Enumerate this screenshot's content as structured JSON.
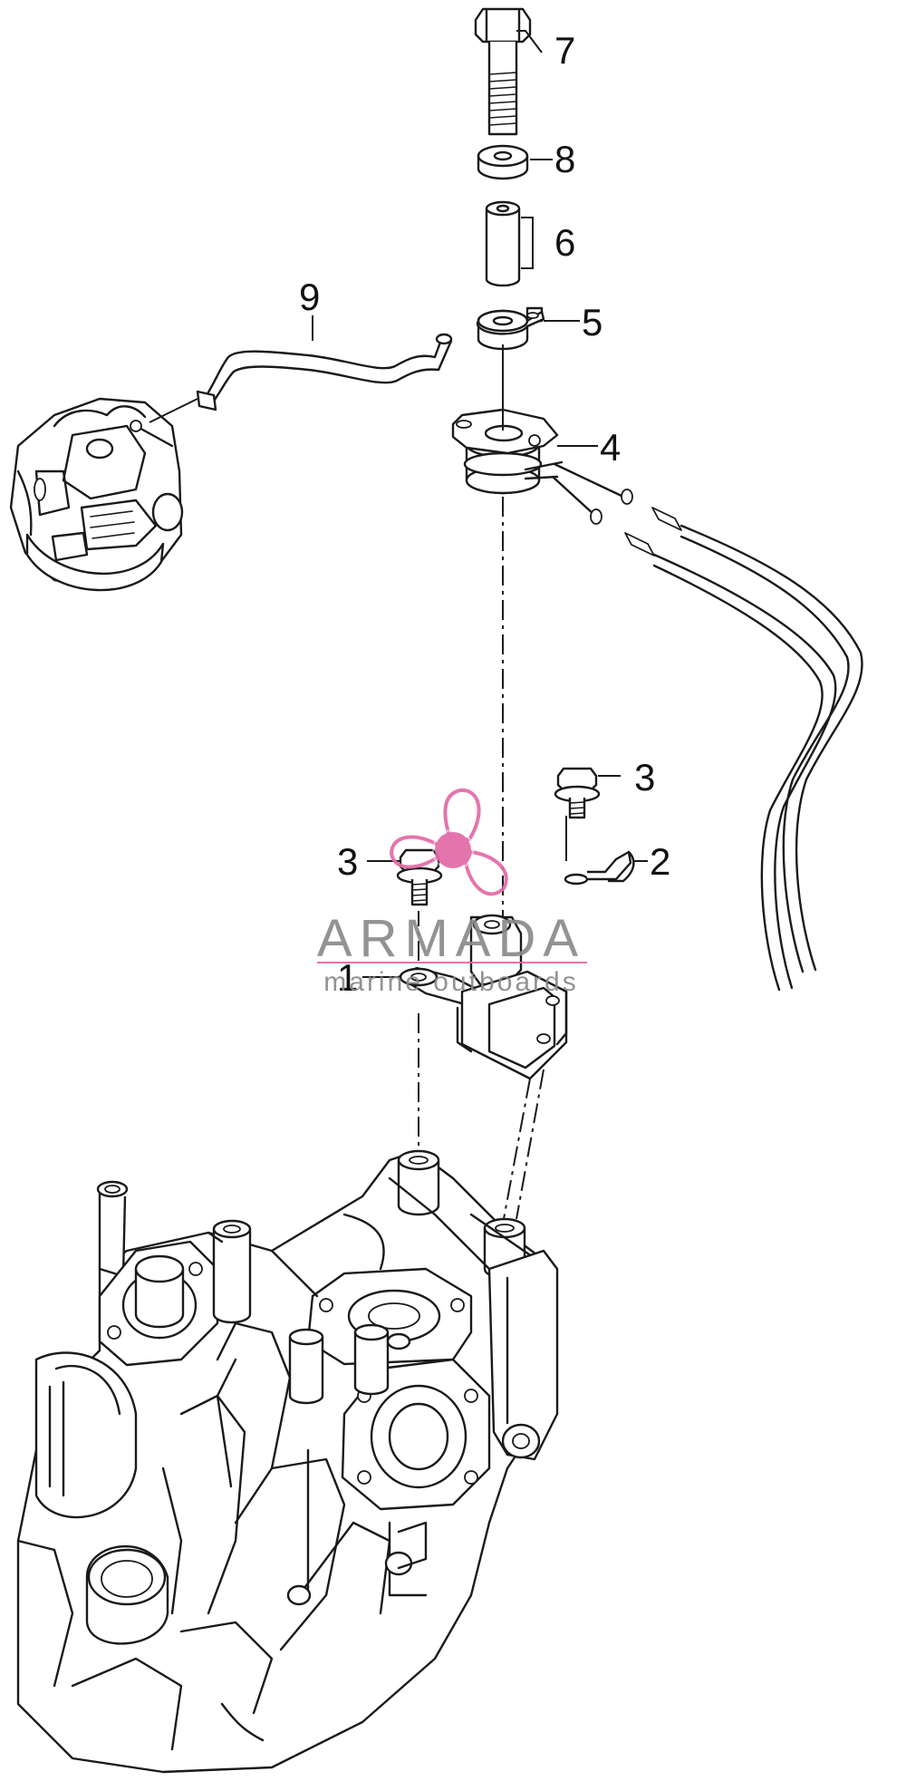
{
  "diagram": {
    "callouts": [
      "1",
      "2",
      "3",
      "3",
      "4",
      "5",
      "6",
      "7",
      "8",
      "9"
    ]
  },
  "watermark": {
    "brand": "ARMADA",
    "tagline": "marine outboards",
    "accent_color": "#e26aa6",
    "text_color": "#8a8a8a"
  }
}
